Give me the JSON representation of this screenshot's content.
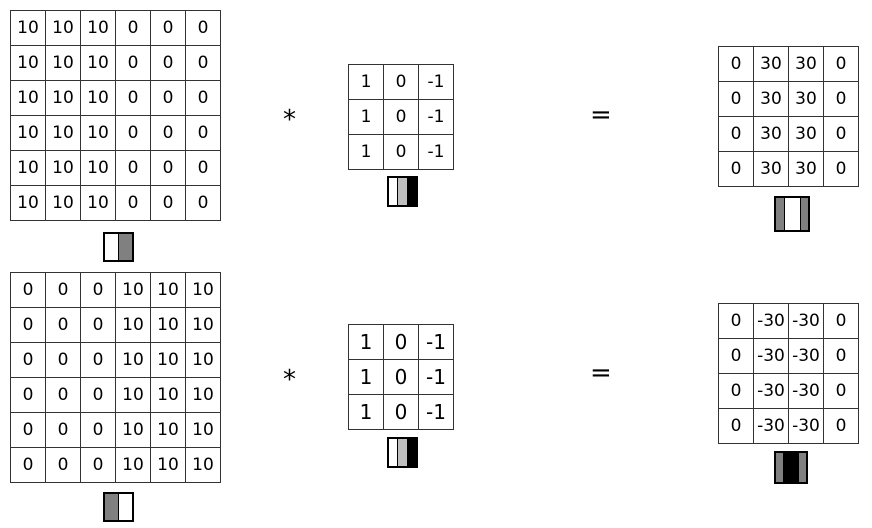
{
  "rows": [
    {
      "input": [
        [
          "10",
          "10",
          "10",
          "0",
          "0",
          "0"
        ],
        [
          "10",
          "10",
          "10",
          "0",
          "0",
          "0"
        ],
        [
          "10",
          "10",
          "10",
          "0",
          "0",
          "0"
        ],
        [
          "10",
          "10",
          "10",
          "0",
          "0",
          "0"
        ],
        [
          "10",
          "10",
          "10",
          "0",
          "0",
          "0"
        ],
        [
          "10",
          "10",
          "10",
          "0",
          "0",
          "0"
        ]
      ],
      "input_icon": [
        "#ffffff",
        "#808080"
      ],
      "operator": "*",
      "kernel": [
        [
          "1",
          "0",
          "-1"
        ],
        [
          "1",
          "0",
          "-1"
        ],
        [
          "1",
          "0",
          "-1"
        ]
      ],
      "kernel_icon": [
        "#ffffff",
        "#c0c0c0",
        "#000000"
      ],
      "equals": "=",
      "output": [
        [
          "0",
          "30",
          "30",
          "0"
        ],
        [
          "0",
          "30",
          "30",
          "0"
        ],
        [
          "0",
          "30",
          "30",
          "0"
        ],
        [
          "0",
          "30",
          "30",
          "0"
        ]
      ],
      "output_icon": [
        "#808080",
        "#ffffff",
        "#808080"
      ]
    },
    {
      "input": [
        [
          "0",
          "0",
          "0",
          "10",
          "10",
          "10"
        ],
        [
          "0",
          "0",
          "0",
          "10",
          "10",
          "10"
        ],
        [
          "0",
          "0",
          "0",
          "10",
          "10",
          "10"
        ],
        [
          "0",
          "0",
          "0",
          "10",
          "10",
          "10"
        ],
        [
          "0",
          "0",
          "0",
          "10",
          "10",
          "10"
        ],
        [
          "0",
          "0",
          "0",
          "10",
          "10",
          "10"
        ]
      ],
      "input_icon": [
        "#808080",
        "#ffffff"
      ],
      "operator": "*",
      "kernel": [
        [
          "1",
          "0",
          "-1"
        ],
        [
          "1",
          "0",
          "-1"
        ],
        [
          "1",
          "0",
          "-1"
        ]
      ],
      "kernel_icon": [
        "#ffffff",
        "#c0c0c0",
        "#000000"
      ],
      "equals": "=",
      "output": [
        [
          "0",
          "-30",
          "-30",
          "0"
        ],
        [
          "0",
          "-30",
          "-30",
          "0"
        ],
        [
          "0",
          "-30",
          "-30",
          "0"
        ],
        [
          "0",
          "-30",
          "-30",
          "0"
        ]
      ],
      "output_icon": [
        "#808080",
        "#000000",
        "#808080"
      ]
    }
  ]
}
